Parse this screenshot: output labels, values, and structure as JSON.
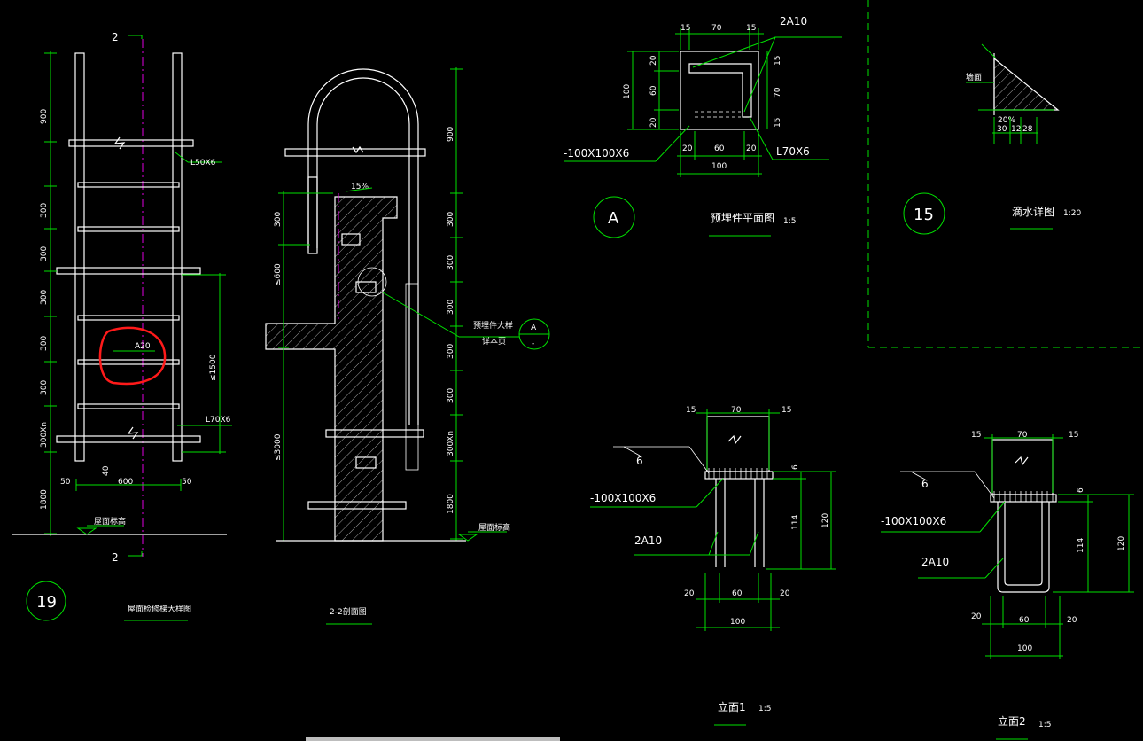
{
  "drawing_19": {
    "section_mark": "2",
    "dims_left": [
      "900",
      "300",
      "300",
      "300",
      "300",
      "300",
      "300Xn",
      "1800"
    ],
    "dim_width": "600",
    "dim_side_left": "50",
    "dim_side_right": "50",
    "dim_40": "40",
    "dim_1500": "≤1500",
    "label_L50": "L50X6",
    "label_L70": "L70X6",
    "label_A20": "A20",
    "roof_elev": "屋面标高",
    "circle_num": "19",
    "title": "屋面检修梯大样图"
  },
  "drawing_22": {
    "slope": "15%",
    "dims_left": [
      "300",
      "≤600",
      "≤3000"
    ],
    "dims_right": [
      "900",
      "300",
      "300",
      "300",
      "300",
      "300",
      "300Xn",
      "1800"
    ],
    "detail_ref_line1": "预埋件大样",
    "detail_ref_line2": "详本页",
    "detail_ref_circle": "A",
    "detail_ref_sub": "-",
    "roof_elev": "屋面标高",
    "title": "2-2剖面图"
  },
  "detail_A": {
    "top_dims": [
      "15",
      "70",
      "15"
    ],
    "bar": "2A10",
    "left_dims": [
      "100",
      "20",
      "60",
      "20"
    ],
    "right_dims": [
      "15",
      "70",
      "15"
    ],
    "bottom_dims": [
      "20",
      "60",
      "20"
    ],
    "bottom_total": "100",
    "plate": "-100X100X6",
    "angle": "L70X6",
    "circle": "A",
    "title": "预埋件平面图",
    "scale": "1:5"
  },
  "detail_15": {
    "label_edge": "墙面",
    "slope": "20%",
    "dims": [
      "30",
      "12",
      "28"
    ],
    "circle": "15",
    "title": "滴水详图",
    "scale": "1:20"
  },
  "elev_1": {
    "top_dims": [
      "15",
      "70",
      "15"
    ],
    "weld": "6",
    "plate": "-100X100X6",
    "bar": "2A10",
    "right_dims": [
      "6",
      "114",
      "120"
    ],
    "bottom_dims": [
      "20",
      "60",
      "20"
    ],
    "bottom_total": "100",
    "title": "立面1",
    "scale": "1:5"
  },
  "elev_2": {
    "top_dims": [
      "15",
      "70",
      "15"
    ],
    "weld": "6",
    "plate": "-100X100X6",
    "bar": "2A10",
    "right_dims": [
      "6",
      "114",
      "120"
    ],
    "bottom_dims": [
      "20",
      "60",
      "20"
    ],
    "bottom_total": "100",
    "title": "立面2",
    "scale": "1:5"
  }
}
